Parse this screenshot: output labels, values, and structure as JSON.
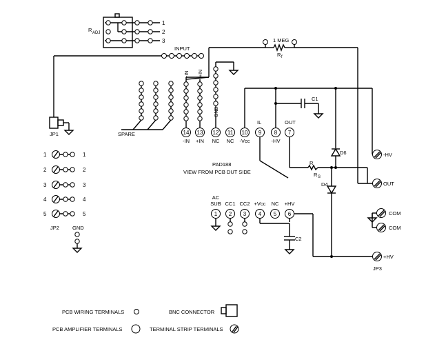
{
  "labels": {
    "radj_r": "R",
    "radj_sub": "ADJ",
    "radj_pins": [
      "1",
      "2",
      "3"
    ],
    "input": "INPUT",
    "meg": "1 MEG",
    "rf_r": "R",
    "rf_sub": "f",
    "jp1": "JP1",
    "spare": "SPARE",
    "in_minus": "-IN",
    "in_plus": "+IN",
    "gnd_v": "GND",
    "c1": "C1",
    "il": "IL",
    "out_top": "OUT",
    "d6": "D6",
    "minus_hv_term": "-HV",
    "out_term": "OUT",
    "pad": "PAD188",
    "view": "VIEW FROM PCB DUT SIDE",
    "rs_r": "R",
    "rs_sub": "S",
    "d4": "D4",
    "com1": "COM",
    "com2": "COM",
    "ac": "AC",
    "sub": "SUB",
    "cc1": "CC1",
    "cc2": "CC2",
    "pvcc": "+Vcc",
    "nc2": "NC",
    "phv": "+HV",
    "c2": "C2",
    "plus_hv_term": "+HV",
    "jp3": "JP3",
    "jp2": "JP2",
    "gnd": "GND"
  },
  "upper_pins": [
    {
      "num": "14",
      "label": "-IN"
    },
    {
      "num": "13",
      "label": "+IN"
    },
    {
      "num": "12",
      "label": "NC"
    },
    {
      "num": "11",
      "label": "NC"
    },
    {
      "num": "10",
      "label": "-Vcc"
    },
    {
      "num": "9",
      "label": ""
    },
    {
      "num": "8",
      "label": "-HV"
    },
    {
      "num": "7",
      "label": ""
    }
  ],
  "lower_pins": [
    {
      "num": "1"
    },
    {
      "num": "2"
    },
    {
      "num": "3"
    },
    {
      "num": "4"
    },
    {
      "num": "5"
    },
    {
      "num": "6"
    }
  ],
  "jp2_rows": [
    {
      "left": "1",
      "right": "1"
    },
    {
      "left": "2",
      "right": "2"
    },
    {
      "left": "3",
      "right": "3"
    },
    {
      "left": "4",
      "right": "4"
    },
    {
      "left": "5",
      "right": "5"
    }
  ],
  "legend": {
    "pcb_wiring": "PCB WIRING TERMINALS",
    "bnc": "BNC CONNECTOR",
    "pcb_amp": "PCB AMPLIFIER TERMINALS",
    "terminal_strip": "TERMINAL STRIP TERMINALS"
  }
}
